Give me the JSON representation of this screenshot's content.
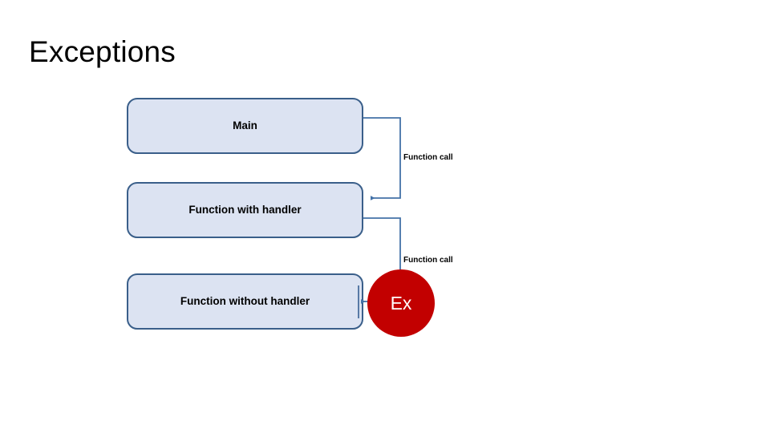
{
  "slide": {
    "title": "Exceptions",
    "background_color": "#FFFFFF"
  },
  "diagram": {
    "type": "flow-diagram",
    "palette": {
      "box_fill": "#DCE3F2",
      "box_border": "#3A5F8A",
      "connector": "#4472A8",
      "exception_fill": "#C20000",
      "exception_text": "#FFFFFF",
      "text": "#000000"
    },
    "nodes": [
      {
        "id": "main",
        "label": "Main",
        "shape": "rounded-rect"
      },
      {
        "id": "handler",
        "label": "Function with handler",
        "shape": "rounded-rect"
      },
      {
        "id": "nohandler",
        "label": "Function without handler",
        "shape": "rounded-rect"
      },
      {
        "id": "exception",
        "label": "Ex",
        "shape": "circle"
      }
    ],
    "edges": [
      {
        "id": "edge-1",
        "from": "main",
        "to": "handler",
        "label": "Function call",
        "arrow": "to"
      },
      {
        "id": "edge-2",
        "from": "handler",
        "to": "exception",
        "label": "Function call",
        "arrow": "to"
      },
      {
        "id": "edge-3",
        "from": "exception",
        "to": "nohandler",
        "label": "",
        "arrow": "to"
      }
    ]
  }
}
